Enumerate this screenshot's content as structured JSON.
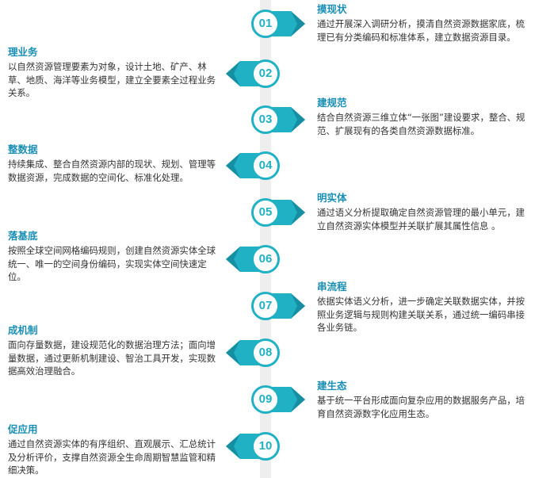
{
  "colors": {
    "accent": "#20b1c4",
    "accent_dark": "#168fa3",
    "title": "#1a8fb5",
    "text": "#333333",
    "spine": "#eeeeee"
  },
  "steps": [
    {
      "num": "01",
      "side": "right",
      "title": "摸现状",
      "desc": "通过开展深入调研分析，摸清自然资源数据家底，梳理已有分类编码和标准体系，建立数据资源目录。"
    },
    {
      "num": "02",
      "side": "left",
      "title": "理业务",
      "desc": "以自然资源管理要素为对象，设计土地、矿产、林草、地质、海洋等业务模型，建立全要素全过程业务关系。"
    },
    {
      "num": "03",
      "side": "right",
      "title": "建规范",
      "desc": "结合自然资源三维立体“一张图”建设要求，整合、规范、扩展现有的各类自然资源数据标准。"
    },
    {
      "num": "04",
      "side": "left",
      "title": "整数据",
      "desc": "持续集成、整合自然资源内部的现状、规划、管理等数据资源，完成数据的空间化、标准化处理。"
    },
    {
      "num": "05",
      "side": "right",
      "title": "明实体",
      "desc": "通过语义分析提取确定自然资源管理的最小单元，建立自然资源实体模型并关联扩展其属性信息 。"
    },
    {
      "num": "06",
      "side": "left",
      "title": "落基底",
      "desc": "按照全球空间网格编码规则，创建自然资源实体全球统一、唯一的空间身份编码，实现实体空间快速定位。"
    },
    {
      "num": "07",
      "side": "right",
      "title": "串流程",
      "desc": "依据实体语义分析，进一步确定关联数据实体，并按照业务逻辑与规则构建关联关系，通过统一编码串接各业务链。"
    },
    {
      "num": "08",
      "side": "left",
      "title": "成机制",
      "desc": "面向存量数据，建设规范化的数据治理方法；面向增量数据，通过更新机制建设、智治工具开发，实现数据高效治理融合。"
    },
    {
      "num": "09",
      "side": "right",
      "title": "建生态",
      "desc": "基于统一平台形成面向复杂应用的数据服务产品，培育自然资源数字化应用生态。"
    },
    {
      "num": "10",
      "side": "left",
      "title": "促应用",
      "desc": "通过自然资源实体的有序组织、直观展示、汇总统计及分析评价，支撑自然资源全生命周期智慧监管和精细决策。"
    }
  ]
}
